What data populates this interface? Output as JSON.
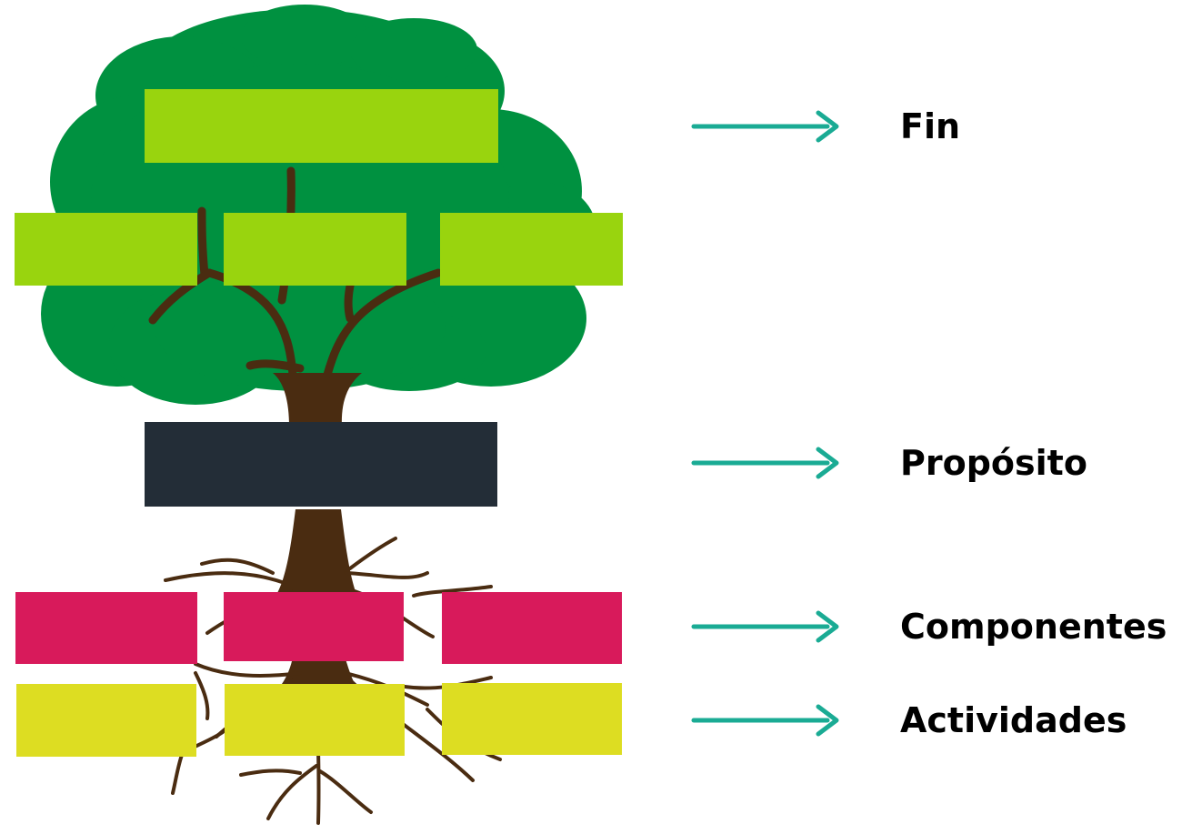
{
  "colors": {
    "canopy": "#009140",
    "trunk": "#4a2c11",
    "fin_boxes": "#99d40e",
    "proposito_box": "#232d37",
    "componentes_boxes": "#d81a5b",
    "actividades_boxes": "#dddd22",
    "arrow": "#1aab94",
    "label_text": "#000000"
  },
  "icons": [
    "arrow-right-icon",
    "tree-icon"
  ],
  "levels": [
    {
      "key": "fin",
      "label": "Fin"
    },
    {
      "key": "proposito",
      "label": "Propósito"
    },
    {
      "key": "componentes",
      "label": "Componentes"
    },
    {
      "key": "actividades",
      "label": "Actividades"
    }
  ]
}
